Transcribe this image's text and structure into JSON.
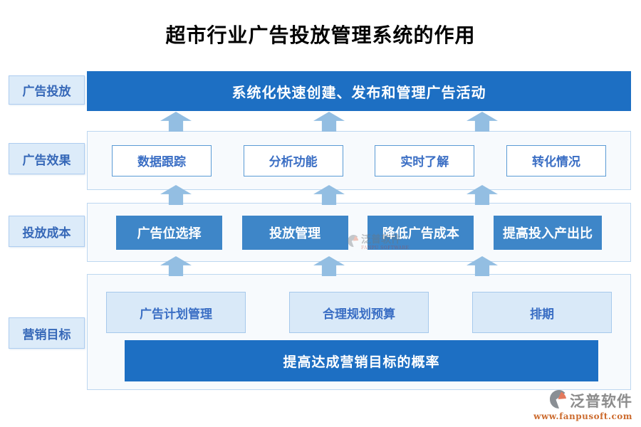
{
  "title": "超市行业广告投放管理系统的作用",
  "side_labels": [
    {
      "label": "广告投放"
    },
    {
      "label": "广告效果"
    },
    {
      "label": "投放成本"
    },
    {
      "label": "营销目标"
    }
  ],
  "rows": {
    "top_bar": "系统化快速创建、发布和管理广告活动",
    "effect_items": [
      "数据跟踪",
      "分析功能",
      "实时了解",
      "转化情况"
    ],
    "cost_items": [
      "广告位选择",
      "投放管理",
      "降低广告成本",
      "提高投入产出比"
    ],
    "goal_items": [
      "广告计划管理",
      "合理规划预算",
      "排期"
    ],
    "bottom_bar": "提高达成营销目标的概率"
  },
  "icons": {
    "up_arrow": "up-arrow",
    "logo": "fanpu-logo"
  },
  "colors": {
    "bar_blue": "#1d6fc3",
    "box_blue": "#3e86c8",
    "light_fill": "#d9e9f8",
    "light_border": "#a6c9ec",
    "container_fill": "#f7fafd",
    "container_border": "#bdd7f0",
    "arrow_blue": "#93bee2",
    "text_blue": "#3a6ec4",
    "brand_gray": "#8c8c8c",
    "brand_orange": "#cc6b2e"
  },
  "watermark": {
    "name": "泛普软件",
    "sub": "FANPU SOFTWARE"
  },
  "branding": {
    "name": "泛普软件",
    "url": "www.fanpusoft.com"
  }
}
